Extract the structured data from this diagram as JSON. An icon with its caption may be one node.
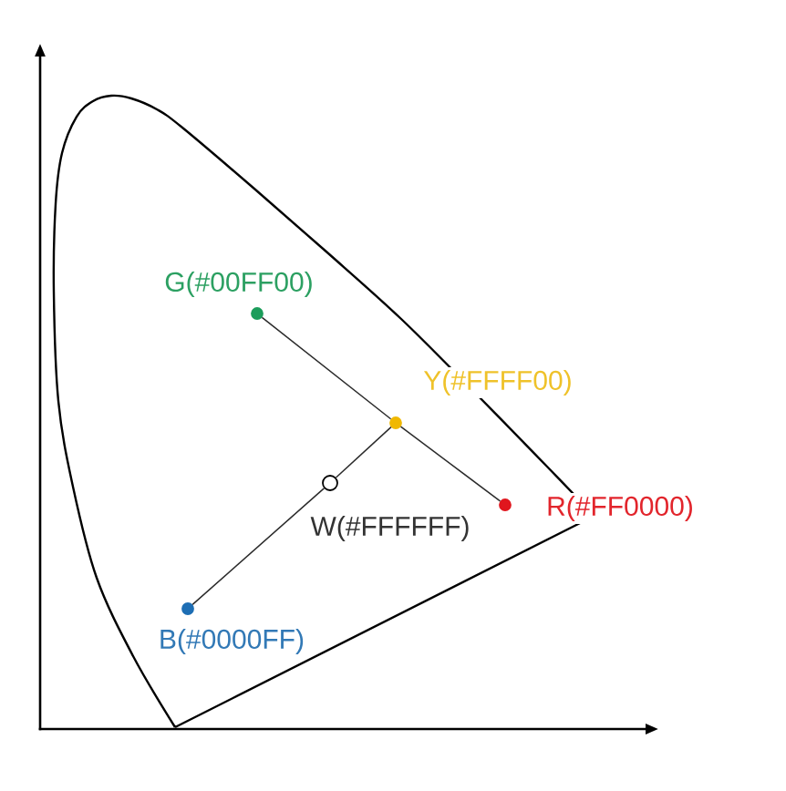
{
  "diagram": {
    "nodes": [
      {
        "text": [],
        "shape": "circle",
        "beside": [
          "G(#00FF00)"
        ]
      },
      {
        "text": [],
        "shape": "circle",
        "beside": [
          "Y(#FFFF00)"
        ]
      },
      {
        "text": [],
        "shape": "circle",
        "beside": [
          "W(#FFFFFF)"
        ]
      },
      {
        "text": [],
        "shape": "circle",
        "beside": [
          "R(#FF0000)"
        ]
      },
      {
        "text": [],
        "shape": "circle",
        "beside": [
          "B(#0000FF)"
        ]
      }
    ],
    "edges": [
      {
        "from": 0,
        "to": 1,
        "arrow": "none"
      },
      {
        "from": 1,
        "to": 3,
        "arrow": "none"
      },
      {
        "from": 4,
        "to": 2,
        "arrow": "none"
      },
      {
        "from": 2,
        "to": 1,
        "arrow": "none"
      }
    ]
  }
}
